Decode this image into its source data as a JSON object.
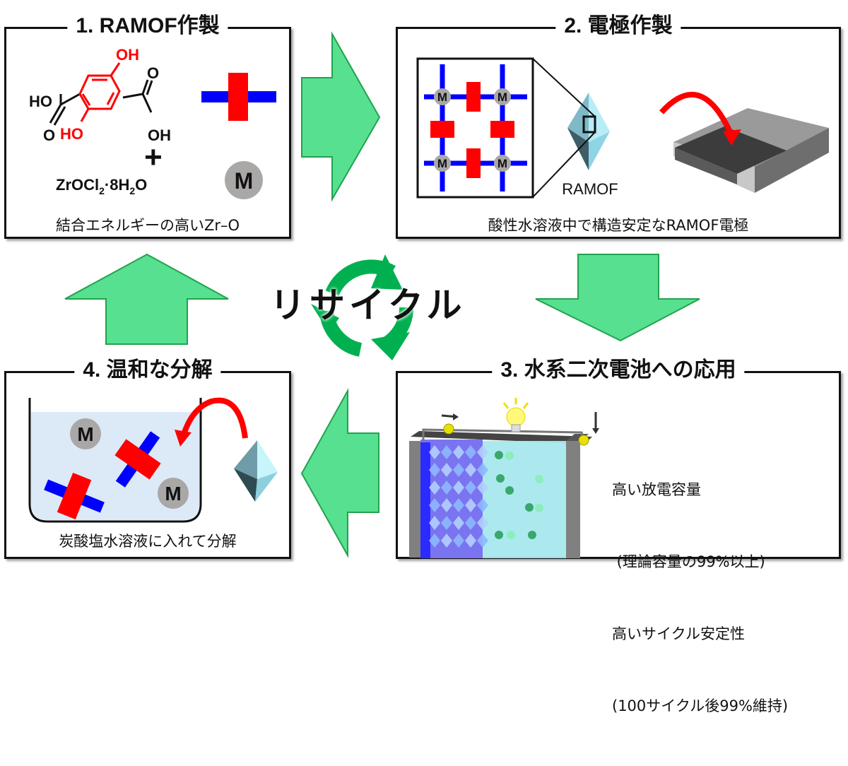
{
  "steps": [
    {
      "id": 1,
      "title": "1. RAMOF作製",
      "caption": "結合エネルギーの高いZr–O"
    },
    {
      "id": 2,
      "title": "2. 電極作製",
      "caption": "酸性水溶液中で構造安定なRAMOF電極"
    },
    {
      "id": 3,
      "title": "3. 水系二次電池への応用"
    },
    {
      "id": 4,
      "title": "4. 温和な分解",
      "caption": "炭酸塩水溶液に入れて分解"
    }
  ],
  "step1": {
    "ligand_labels": {
      "ho_top_left": "HO",
      "oh_top_red": "OH",
      "o_right": "O",
      "o_left": "O",
      "oh_right": "OH",
      "ho_bottom_red": "HO"
    },
    "plus": "+",
    "metal_salt": {
      "base": "ZrOCl",
      "sub1": "2",
      "mid": "·8H",
      "sub2": "2",
      "end": "O"
    },
    "metal_symbol": "M"
  },
  "step2": {
    "grid_metal_symbol": "M",
    "crystal_label": "RAMOF"
  },
  "step3": {
    "properties": [
      "高い放電容量",
      " (理論容量の99%以上)",
      "高いサイクル安定性",
      "(100サイクル後99%維持)"
    ]
  },
  "step4": {
    "metal_symbol": "M"
  },
  "center": {
    "label": "リサイクル"
  },
  "colors": {
    "arrow_fill": "#56e08f",
    "arrow_stroke": "#22a24f",
    "recycle_green": "#00b050",
    "linker_red": "#ff0000",
    "linker_blue": "#0000ff",
    "metal_gray": "#aaa7a7",
    "solution_blue": "#dce9f7",
    "crystal_light": "#9fdcec"
  }
}
